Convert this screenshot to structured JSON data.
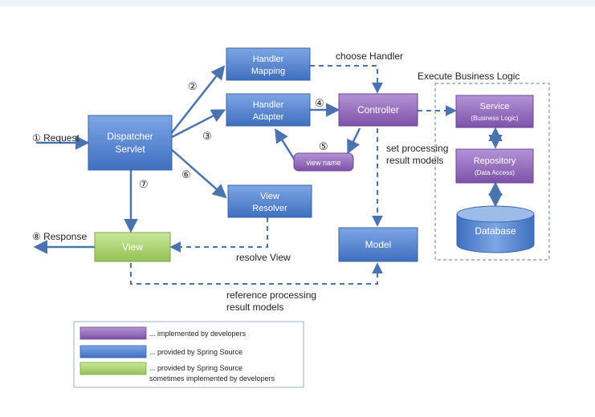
{
  "nodes": {
    "dispatcher": {
      "line1": "Dispatcher",
      "line2": "Servlet"
    },
    "handler_mapping": {
      "line1": "Handler",
      "line2": "Mapping"
    },
    "handler_adapter": {
      "line1": "Handler",
      "line2": "Adapter"
    },
    "view_resolver": {
      "line1": "View",
      "line2": "Resolver"
    },
    "controller": {
      "label": "Controller"
    },
    "view_name": {
      "label": "view name"
    },
    "model": {
      "label": "Model"
    },
    "view": {
      "label": "View"
    },
    "service": {
      "title": "Service",
      "sub": "(Business Logic)"
    },
    "repository": {
      "title": "Repository",
      "sub": "(Data Access)"
    },
    "database": {
      "label": "Database"
    }
  },
  "labels": {
    "request": "① Request",
    "response": "⑧ Response",
    "step2": "②",
    "step3": "③",
    "step4": "④",
    "step5": "⑤",
    "step6": "⑥",
    "step7": "⑦",
    "choose_handler": "choose Handler",
    "execute_business_logic": "Execute Business Logic",
    "set_processing_1": "set processing",
    "set_processing_2": "result models",
    "resolve_view": "resolve View",
    "reference_1": "reference processing",
    "reference_2": "result models"
  },
  "legend": {
    "items": [
      {
        "text": "... implemented by developers",
        "color": "#8e63b8"
      },
      {
        "text": "... provided by Spring Source",
        "color": "#4f81cf"
      },
      {
        "text": "... provided by Spring Source",
        "text2": "sometimes implemented by developers",
        "color": "#a8d36a"
      }
    ]
  },
  "colors": {
    "blue": "#4f81cf",
    "purple": "#8e63b8",
    "green": "#a8d36a",
    "arrow": "#4a73b0"
  }
}
